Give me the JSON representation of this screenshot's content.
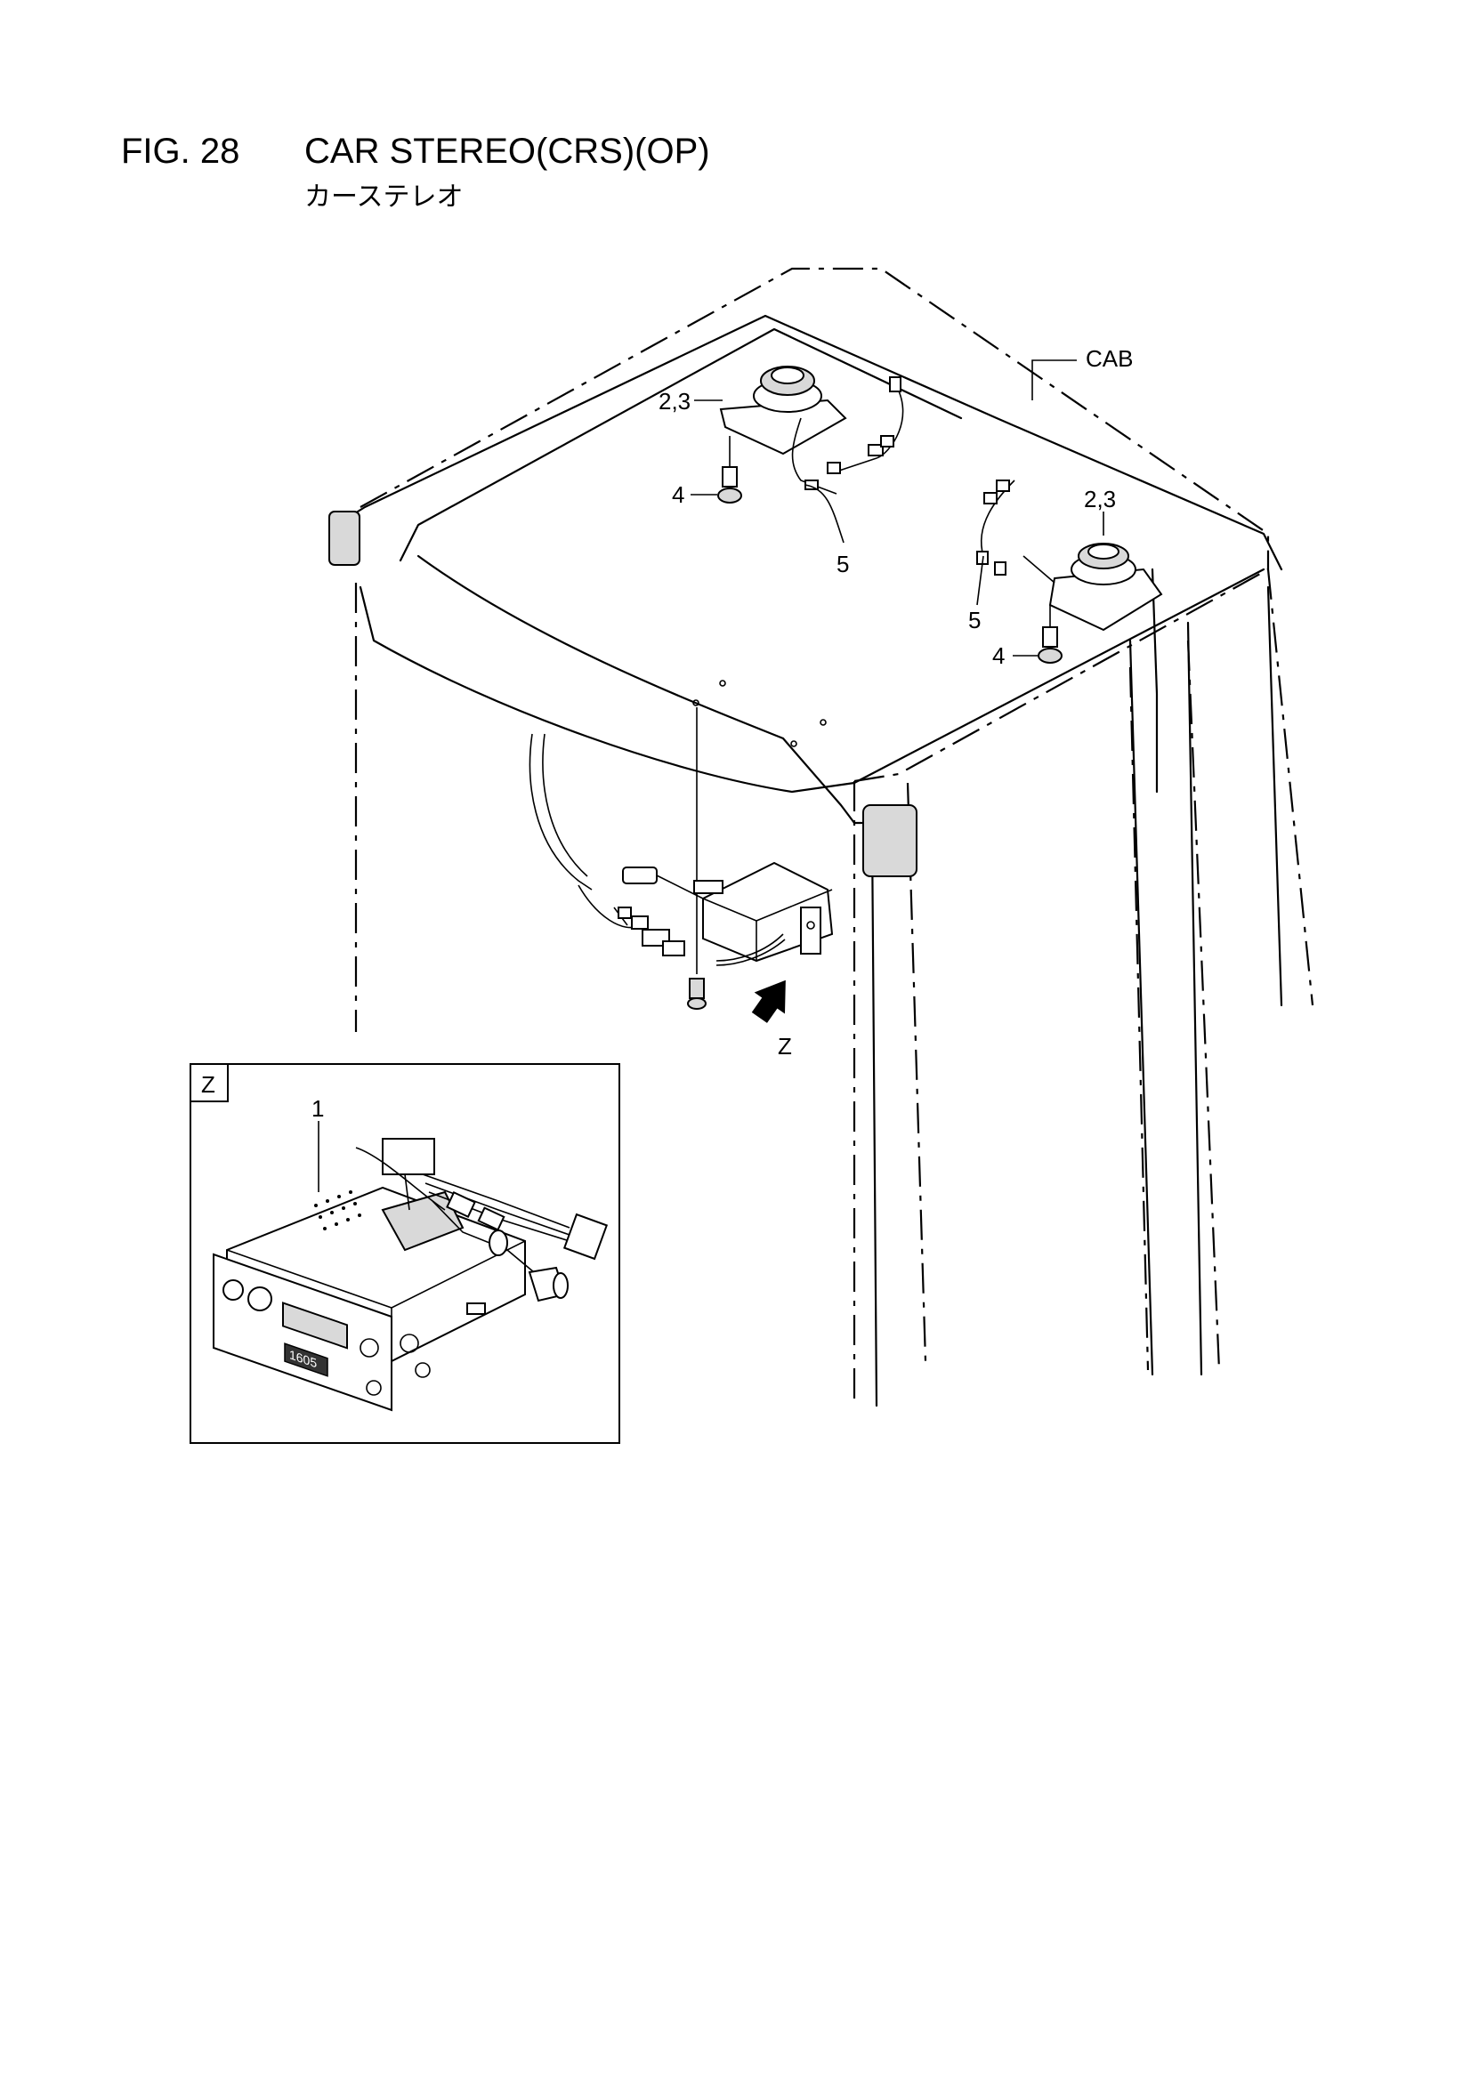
{
  "header": {
    "figure_number": "FIG. 28",
    "title": "CAR STEREO(CRS)(OP)",
    "subtitle": "カーステレオ"
  },
  "callouts": {
    "cab": "CAB",
    "speaker_left": "2,3",
    "speaker_right": "2,3",
    "screw_left": "4",
    "screw_right": "4",
    "harness_left": "5",
    "harness_right": "5",
    "view_arrow": "Z"
  },
  "detail_view": {
    "tag": "Z",
    "part_callout": "1",
    "display_text": "1605"
  }
}
